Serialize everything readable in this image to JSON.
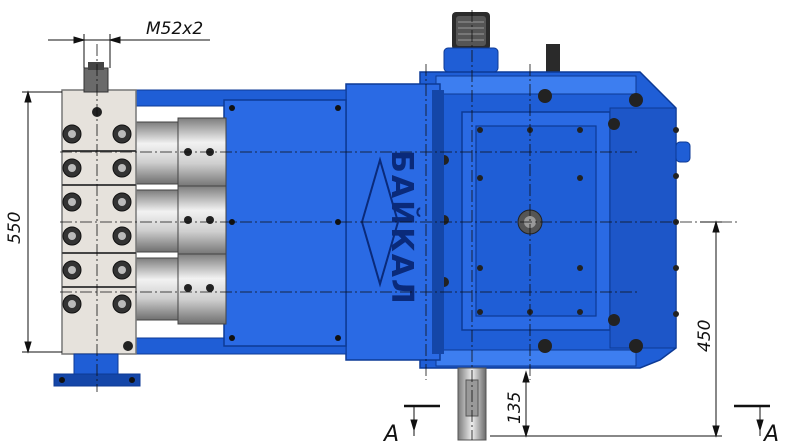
{
  "drawing": {
    "brand_label": "БАЙКАЛ",
    "dimensions": {
      "thread": "M52x2",
      "height_left": "550",
      "height_right": "450",
      "shaft_offset": "135"
    },
    "section_labels": {
      "left": "A",
      "right": "A"
    },
    "colors": {
      "body_blue": "#1f5ed6",
      "body_blue_dark": "#1446a8",
      "body_blue_light": "#3d7ef0",
      "steel": "#c9c9c9",
      "steel_dark": "#8e8e8e",
      "block": "#e6e2dc",
      "line": "#111111"
    }
  }
}
